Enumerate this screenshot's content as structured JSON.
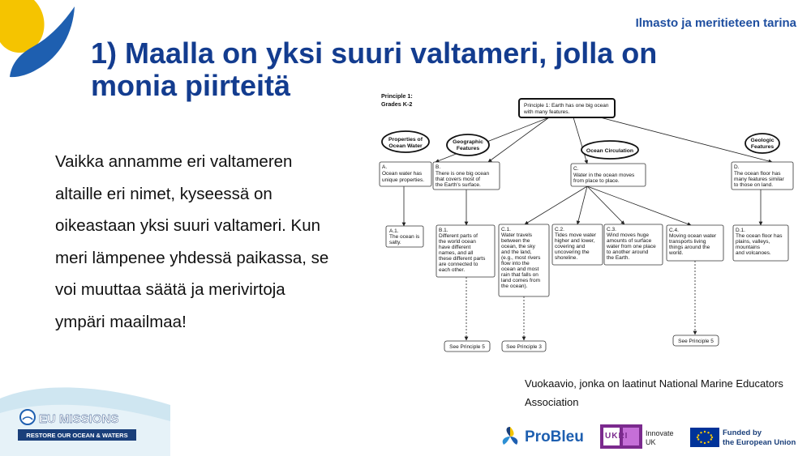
{
  "header": {
    "tag": "Ilmasto ja meritieteen tarina"
  },
  "title": "1) Maalla on yksi suuri valtameri, jolla on monia piirteitä",
  "body_text": "Vaikka annamme eri valtameren altaille eri nimet, kyseessä on oikeastaan yksi suuri valtameri. Kun meri lämpenee yhdessä paikassa, se voi muuttaa säätä ja merivirtoja ympäri maailmaa!",
  "caption": "Vuokaavio, jonka on laatinut National Marine Educators Association",
  "diagram": {
    "principle_label": [
      "Principle 1:",
      "Grades K-2"
    ],
    "root": [
      "Principle 1: Earth has one big ocean",
      "with many features."
    ],
    "ellipses": {
      "properties": [
        "Properties of",
        "Ocean Water"
      ],
      "geographic": [
        "Geographic",
        "Features"
      ],
      "circulation": [
        "Ocean Circulation"
      ],
      "geologic": [
        "Geologic",
        "Features"
      ]
    },
    "boxes": {
      "A": [
        "A.",
        "Ocean water has",
        "unique properties."
      ],
      "B": [
        "B.",
        "There is one big ocean",
        "that covers most of",
        "the Earth's surface."
      ],
      "C": [
        "C.",
        "Water in the ocean moves",
        "from place to place."
      ],
      "D": [
        "D.",
        "The ocean floor has",
        "many features similar",
        "to those on land."
      ],
      "A1": [
        "A.1.",
        "The ocean is",
        "salty."
      ],
      "B1": [
        "B.1.",
        "Different parts of",
        "the world ocean",
        "have different",
        "names, and all",
        "these different parts",
        "are connected to",
        "each other."
      ],
      "C1": [
        "C.1.",
        "Water travels",
        "between the",
        "ocean, the sky",
        "and the land,",
        "(e.g., most rivers",
        "flow into the",
        "ocean and most",
        "rain that falls on",
        "land comes from",
        "the ocean)."
      ],
      "C2": [
        "C.2.",
        "Tides move water",
        "higher and lower,",
        "covering and",
        "uncovering the",
        "shoreline."
      ],
      "C3": [
        "C.3.",
        "Wind moves huge",
        "amounts of surface",
        "water from one place",
        "to another around",
        "the Earth."
      ],
      "C4": [
        "C.4.",
        "Moving ocean water",
        "transports living",
        "things around the",
        "world."
      ],
      "D1": [
        "D.1.",
        "The ocean floor has",
        "plains, valleys,",
        "mountains",
        "and volcanoes."
      ]
    },
    "see_links": {
      "b1": "See Principle 5",
      "c1": "See Principle 3",
      "c4": "See Principle 5"
    }
  },
  "logos": {
    "eu_missions_title": "EU MISSIONS",
    "eu_missions_sub": "RESTORE OUR OCEAN & WATERS",
    "probleu": "ProBleu",
    "ukri": "UKRI",
    "innovate": [
      "Innovate",
      "UK"
    ],
    "eu_funded": [
      "Funded by",
      "the European Union"
    ]
  },
  "colors": {
    "title": "#133c8f",
    "header_tag": "#1f4fa0",
    "logo_yellow": "#f5c400",
    "logo_blue": "#1e5fb0",
    "ukri_purple": "#7b2a8e",
    "eu_flag": "#003399",
    "eu_stars": "#ffcc00"
  }
}
